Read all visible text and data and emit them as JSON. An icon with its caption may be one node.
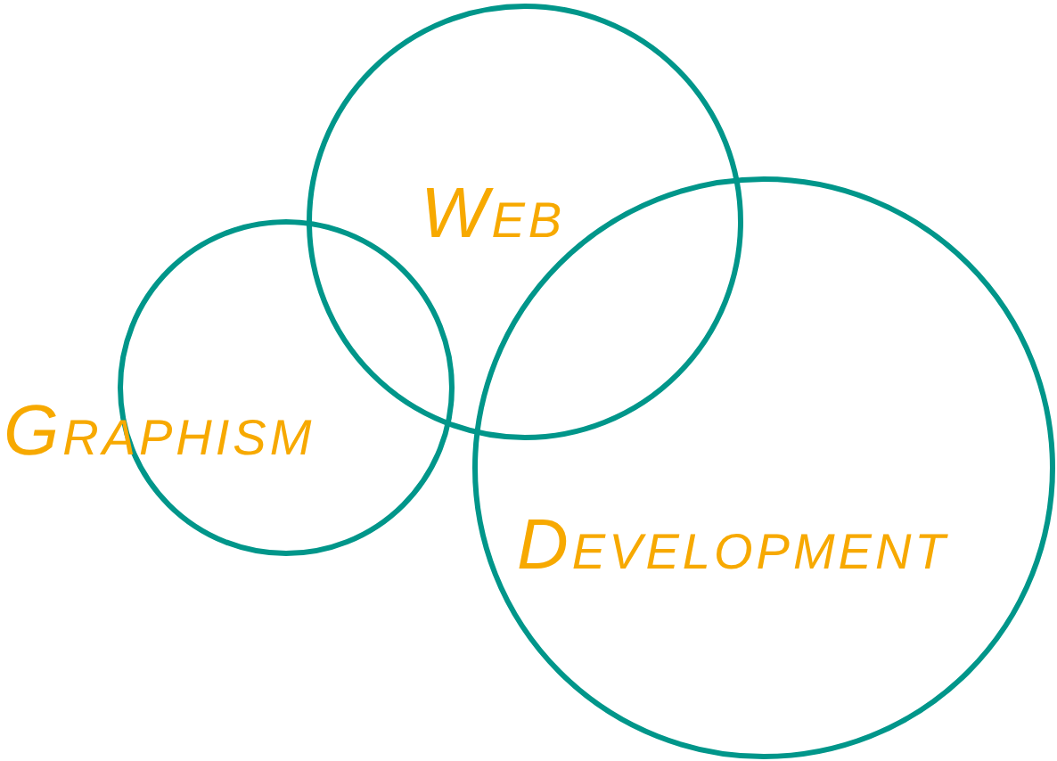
{
  "diagram": {
    "nodes": [
      {
        "text": [
          "Web"
        ]
      },
      {
        "text": [
          "Graphism"
        ]
      },
      {
        "text": [
          "Development"
        ]
      }
    ]
  }
}
